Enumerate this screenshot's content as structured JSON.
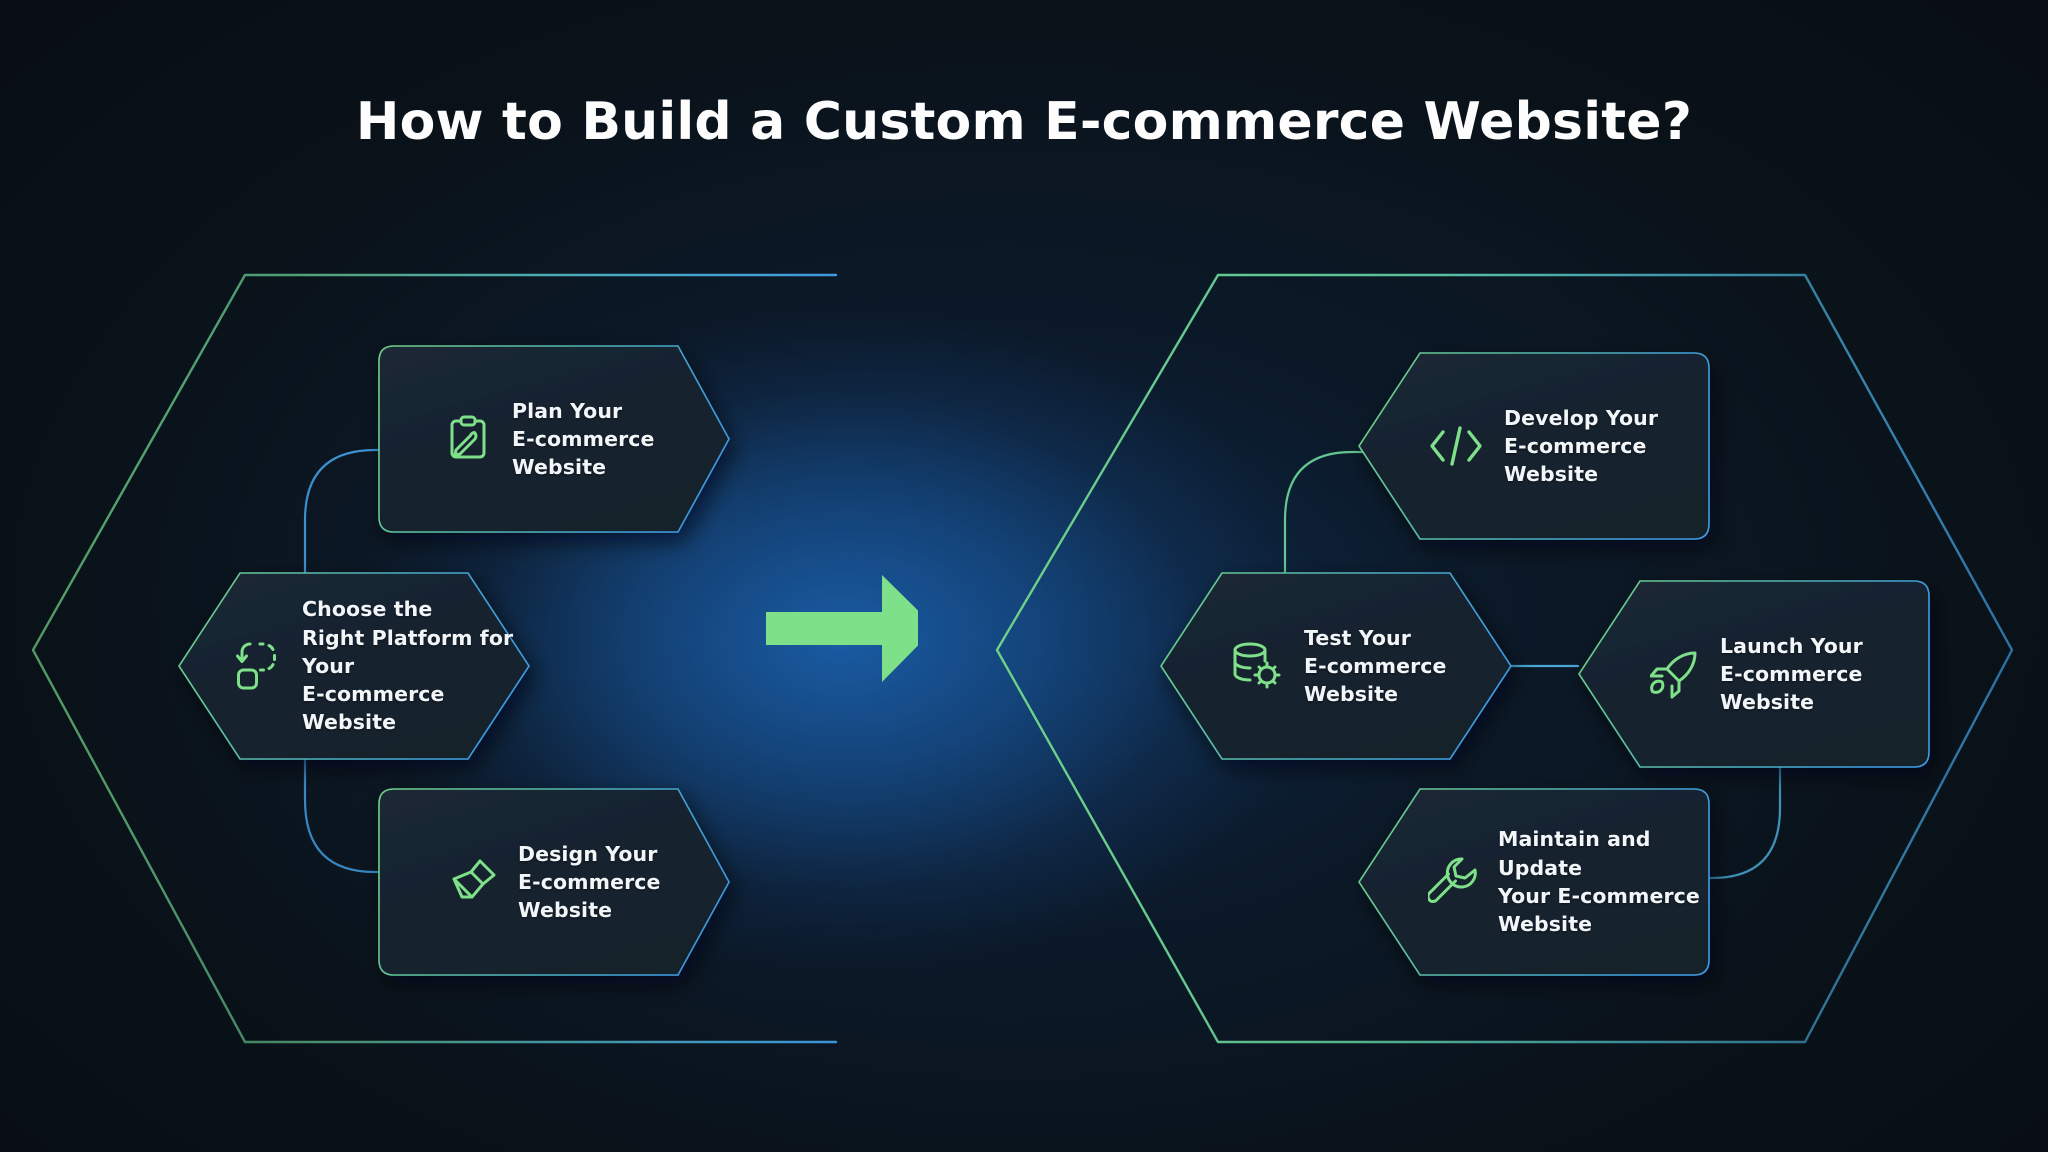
{
  "page": {
    "title": "How to Build a Custom E-commerce Website?",
    "background_color": "#0b141c",
    "glow_color": "#1a5ea8",
    "accent_green": "#7fe08a",
    "accent_blue": "#4aa3e8",
    "card_fill": "#182533",
    "text_color": "#f2f6f8"
  },
  "flow": {
    "arrow": {
      "name": "right-arrow",
      "color": "#7fe08a",
      "direction": "right"
    },
    "left_group": {
      "name": "phase-one-hexagon",
      "border_gradient_from": "#7fe08a",
      "border_gradient_to": "#4aa3e8",
      "steps": [
        {
          "id": "plan",
          "label": "Plan Your\nE-commerce\nWebsite",
          "icon": "clipboard-pen-icon",
          "icon_color": "#7fe08a"
        },
        {
          "id": "choose-platform",
          "label": "Choose the\nRight Platform for Your\nE-commerce Website",
          "icon": "select-platform-icon",
          "icon_color": "#7fe08a"
        },
        {
          "id": "design",
          "label": "Design Your\nE-commerce Website",
          "icon": "paintbrush-icon",
          "icon_color": "#7fe08a"
        }
      ]
    },
    "right_group": {
      "name": "phase-two-hexagon",
      "border_gradient_from": "#7fe08a",
      "border_gradient_to": "#4aa3e8",
      "steps": [
        {
          "id": "develop",
          "label": "Develop Your\nE-commerce Website",
          "icon": "code-brackets-icon",
          "icon_color": "#7fe08a"
        },
        {
          "id": "test",
          "label": "Test Your\nE-commerce\nWebsite",
          "icon": "database-gear-icon",
          "icon_color": "#7fe08a"
        },
        {
          "id": "launch",
          "label": "Launch Your\nE-commerce Website",
          "icon": "rocket-icon",
          "icon_color": "#7fe08a"
        },
        {
          "id": "maintain",
          "label": "Maintain and Update\nYour E-commerce\nWebsite",
          "icon": "wrench-icon",
          "icon_color": "#7fe08a"
        }
      ]
    }
  }
}
